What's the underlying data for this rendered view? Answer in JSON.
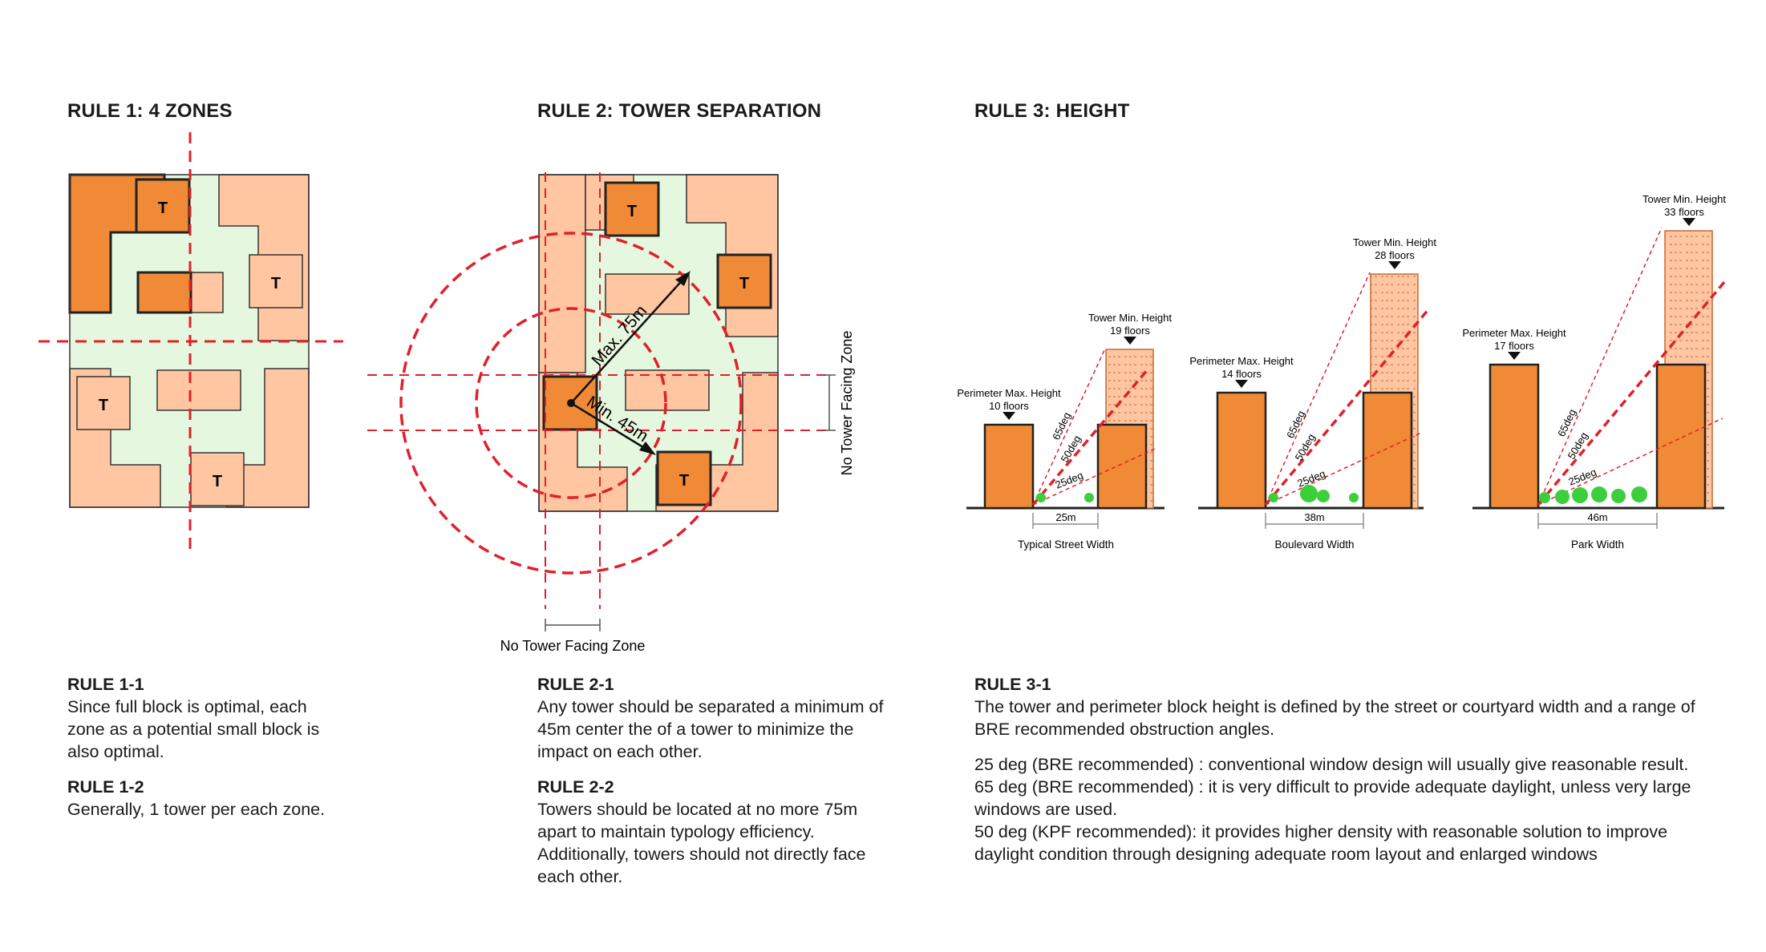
{
  "headings": {
    "rule1": "RULE 1: 4 ZONES",
    "rule2": "RULE 2: TOWER SEPARATION",
    "rule3": "RULE 3: HEIGHT"
  },
  "diagram1": {
    "tower_label": "T"
  },
  "diagram2": {
    "tower_label": "T",
    "max_label": "Max. 75m",
    "min_label": "Min. 45m",
    "vertical_zone_label": "No Tower Facing Zone",
    "horizontal_zone_label": "No Tower Facing Zone"
  },
  "sections": [
    {
      "perimeter_label_1": "Perimeter Max. Height",
      "perimeter_label_2": "10 floors",
      "tower_label_1": "Tower Min. Height",
      "tower_label_2": "19 floors",
      "width": "25m",
      "caption": "Typical Street Width"
    },
    {
      "perimeter_label_1": "Perimeter Max. Height",
      "perimeter_label_2": "14 floors",
      "tower_label_1": "Tower Min. Height",
      "tower_label_2": "28 floors",
      "width": "38m",
      "caption": "Boulevard Width"
    },
    {
      "perimeter_label_1": "Perimeter Max. Height",
      "perimeter_label_2": "17 floors",
      "tower_label_1": "Tower Min. Height",
      "tower_label_2": "33 floors",
      "width": "46m",
      "caption": "Park Width"
    }
  ],
  "angle_labels": {
    "a65": "65deg",
    "a50": "50deg",
    "a25": "25deg"
  },
  "rule1": {
    "r11_title": "RULE 1-1",
    "r11_text": "Since full block is optimal, each zone as a potential small block is also optimal.",
    "r12_title": "RULE 1-2",
    "r12_text": "Generally, 1 tower per each zone."
  },
  "rule2": {
    "r21_title": "RULE 2-1",
    "r21_text": "Any tower should be separated a minimum of 45m center the of a tower to minimize the impact on each other.",
    "r22_title": "RULE 2-2",
    "r22_text": "Towers should be located at no more 75m apart to maintain typology efficiency. Additionally, towers should not directly face each other."
  },
  "rule3": {
    "r31_title": "RULE 3-1",
    "r31_text": "The tower and perimeter block height is defined by the street or courtyard width and a range of BRE recommended obstruction angles.",
    "line1": "25 deg (BRE recommended) : conventional window design will usually give reasonable result.",
    "line2": "65 deg (BRE recommended) : it is very difficult to provide adequate daylight, unless very large windows are used.",
    "line3": "50 deg (KPF recommended): it provides higher density with reasonable solution to improve daylight condition through designing adequate room layout and enlarged windows"
  },
  "colors": {
    "tower": "#f08a36",
    "perimeter": "#ffc6a1",
    "courtyard": "#e5f8df",
    "dashed": "#e0202a",
    "tree": "#3ccf3c"
  }
}
